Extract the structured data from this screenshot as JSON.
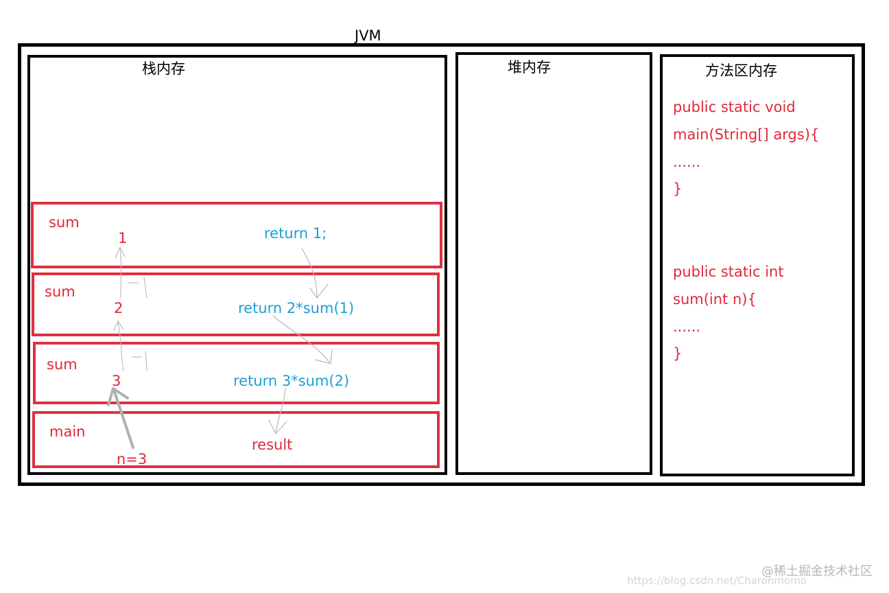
{
  "jvm": {
    "title": "JVM"
  },
  "stack": {
    "title": "栈内存",
    "frames": [
      {
        "name": "sum",
        "value": "1",
        "code": "return 1;"
      },
      {
        "name": "sum",
        "value": "2",
        "code": "return 2*sum(1)"
      },
      {
        "name": "sum",
        "value": "3",
        "code": "return 3*sum(2)"
      },
      {
        "name": "main",
        "value": "n=3",
        "code": "result"
      }
    ]
  },
  "heap": {
    "title": "堆内存"
  },
  "method_area": {
    "title": "方法区内存",
    "code": [
      "public static void",
      "main(String[] args){",
      "......",
      "}",
      "public static int",
      "sum(int n){",
      "......",
      "}"
    ]
  },
  "watermark": {
    "main": "@稀土掘金技术社区",
    "sub": "https://blog.csdn.net/Charonmomo"
  },
  "colors": {
    "frame_red": "#e03040",
    "text_red": "#e0283a",
    "text_blue": "#1aa0d4",
    "arrow_gray": "#b0b0b0"
  }
}
